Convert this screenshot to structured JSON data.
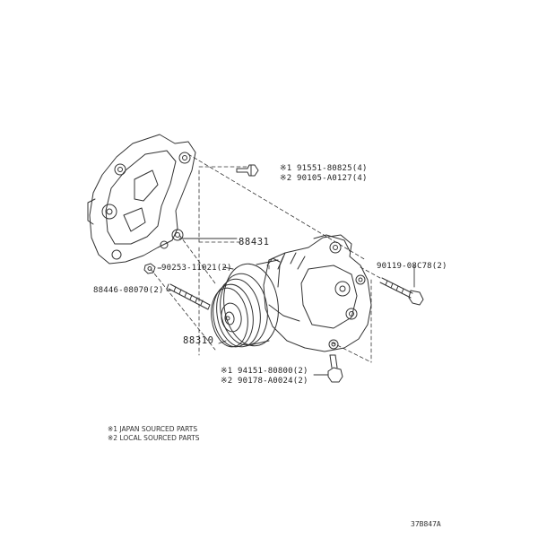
{
  "parts": {
    "bolt_top_a": "※1 91551-80825(4)",
    "bolt_top_b": "※2 90105-A0127(4)",
    "bracket": "88431",
    "nut": "90253-11021(2)",
    "stud": "88446-08070(2)",
    "compressor": "88310",
    "bolt_right": "90119-08C78(2)",
    "bolt_bottom_a": "※1 94151-80800(2)",
    "bolt_bottom_b": "※2 90178-A0024(2)"
  },
  "legend": {
    "line1": "※1 JAPAN SOURCED PARTS",
    "line2": "※2 LOCAL SOURCED PARTS"
  },
  "illustration_code": "37B847A"
}
